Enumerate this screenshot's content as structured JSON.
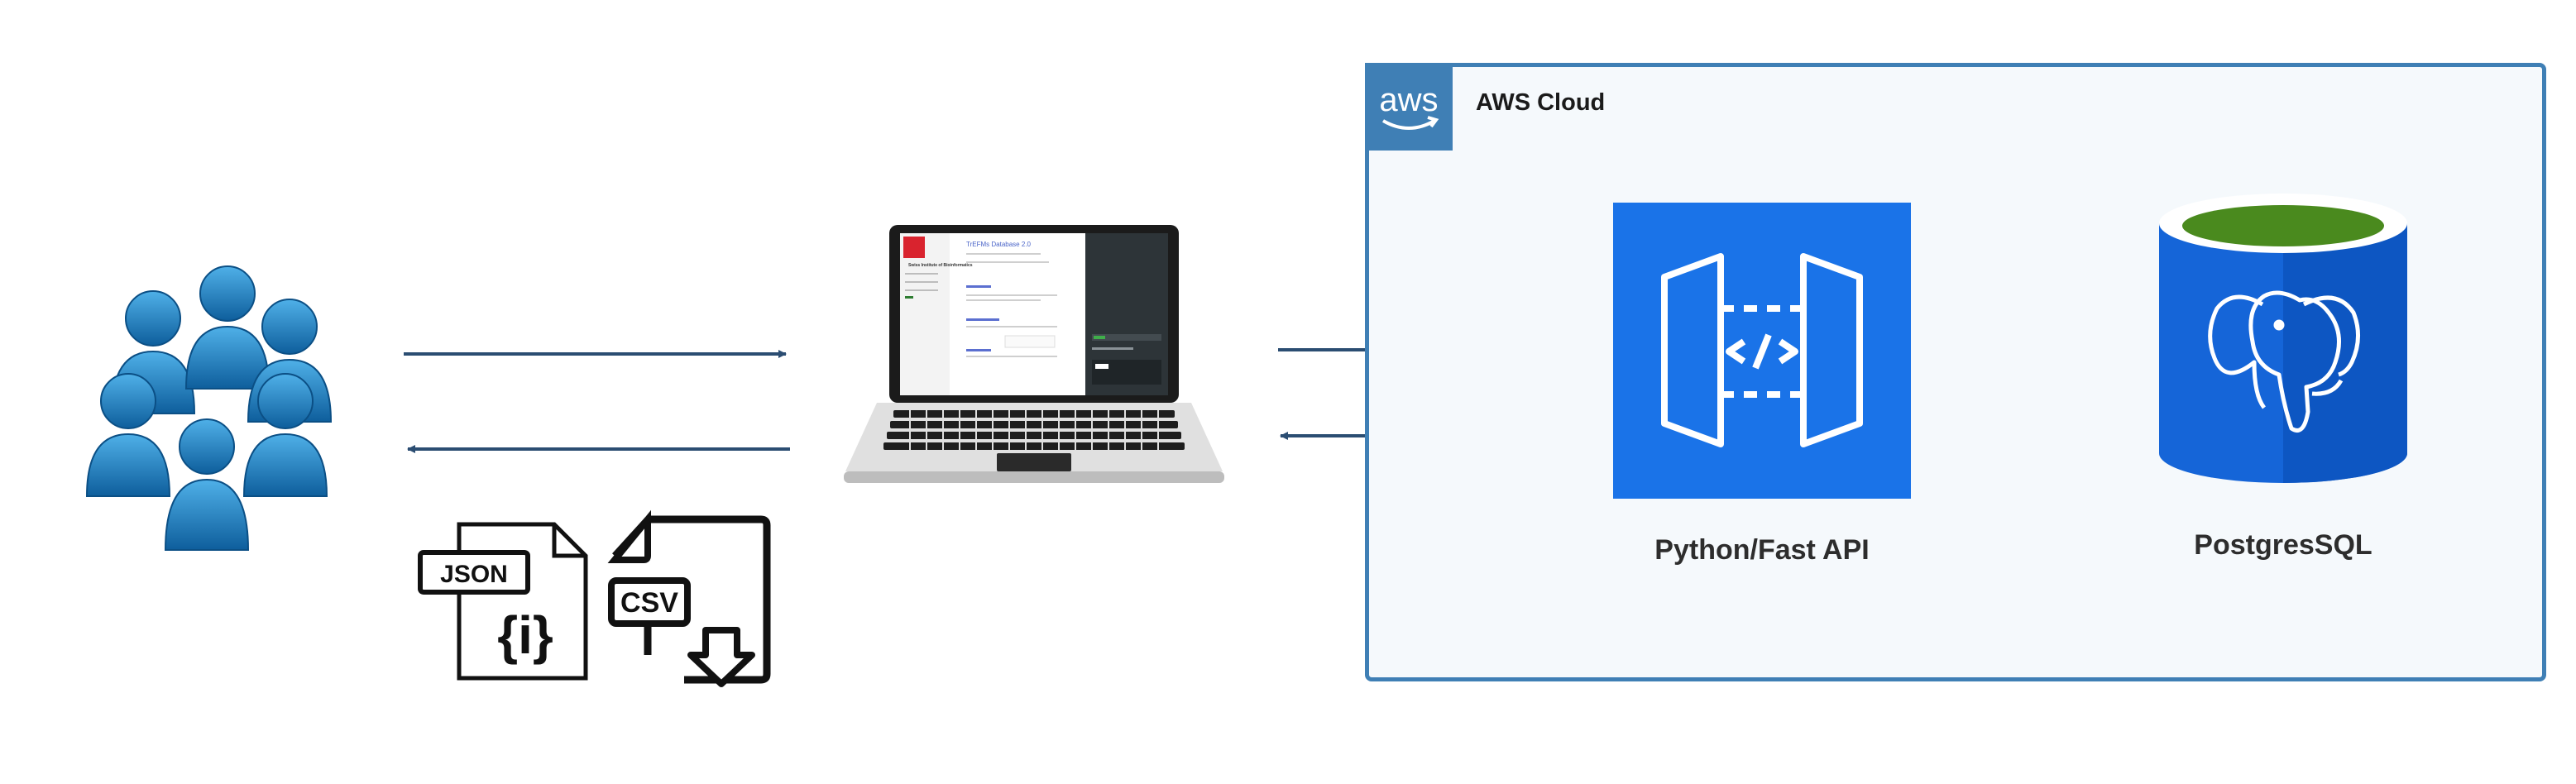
{
  "aws": {
    "logo_text": "aws",
    "title": "AWS Cloud",
    "color": "#3f7fb5",
    "background": "#f5f9fc"
  },
  "api": {
    "label": "Python/Fast API",
    "color": "#1a73e8",
    "icon": "api-gateway-icon"
  },
  "db": {
    "label": "PostgresSQL",
    "color": "#1565d8",
    "top_color": "#4a8a1e",
    "icon": "postgres-elephant-icon"
  },
  "users": {
    "icon": "users-group-icon",
    "color": "#1f7fc0"
  },
  "laptop": {
    "icon": "laptop-icon",
    "screen_title": "TrEFMs Database 2.0",
    "screen_org": "Swiss Institute of Bioinformatics"
  },
  "files": [
    {
      "label": "JSON",
      "glyph": "{i}",
      "icon": "json-file-icon"
    },
    {
      "label": "CSV",
      "icon": "csv-download-icon"
    }
  ],
  "arrow_color": "#2b4d72"
}
